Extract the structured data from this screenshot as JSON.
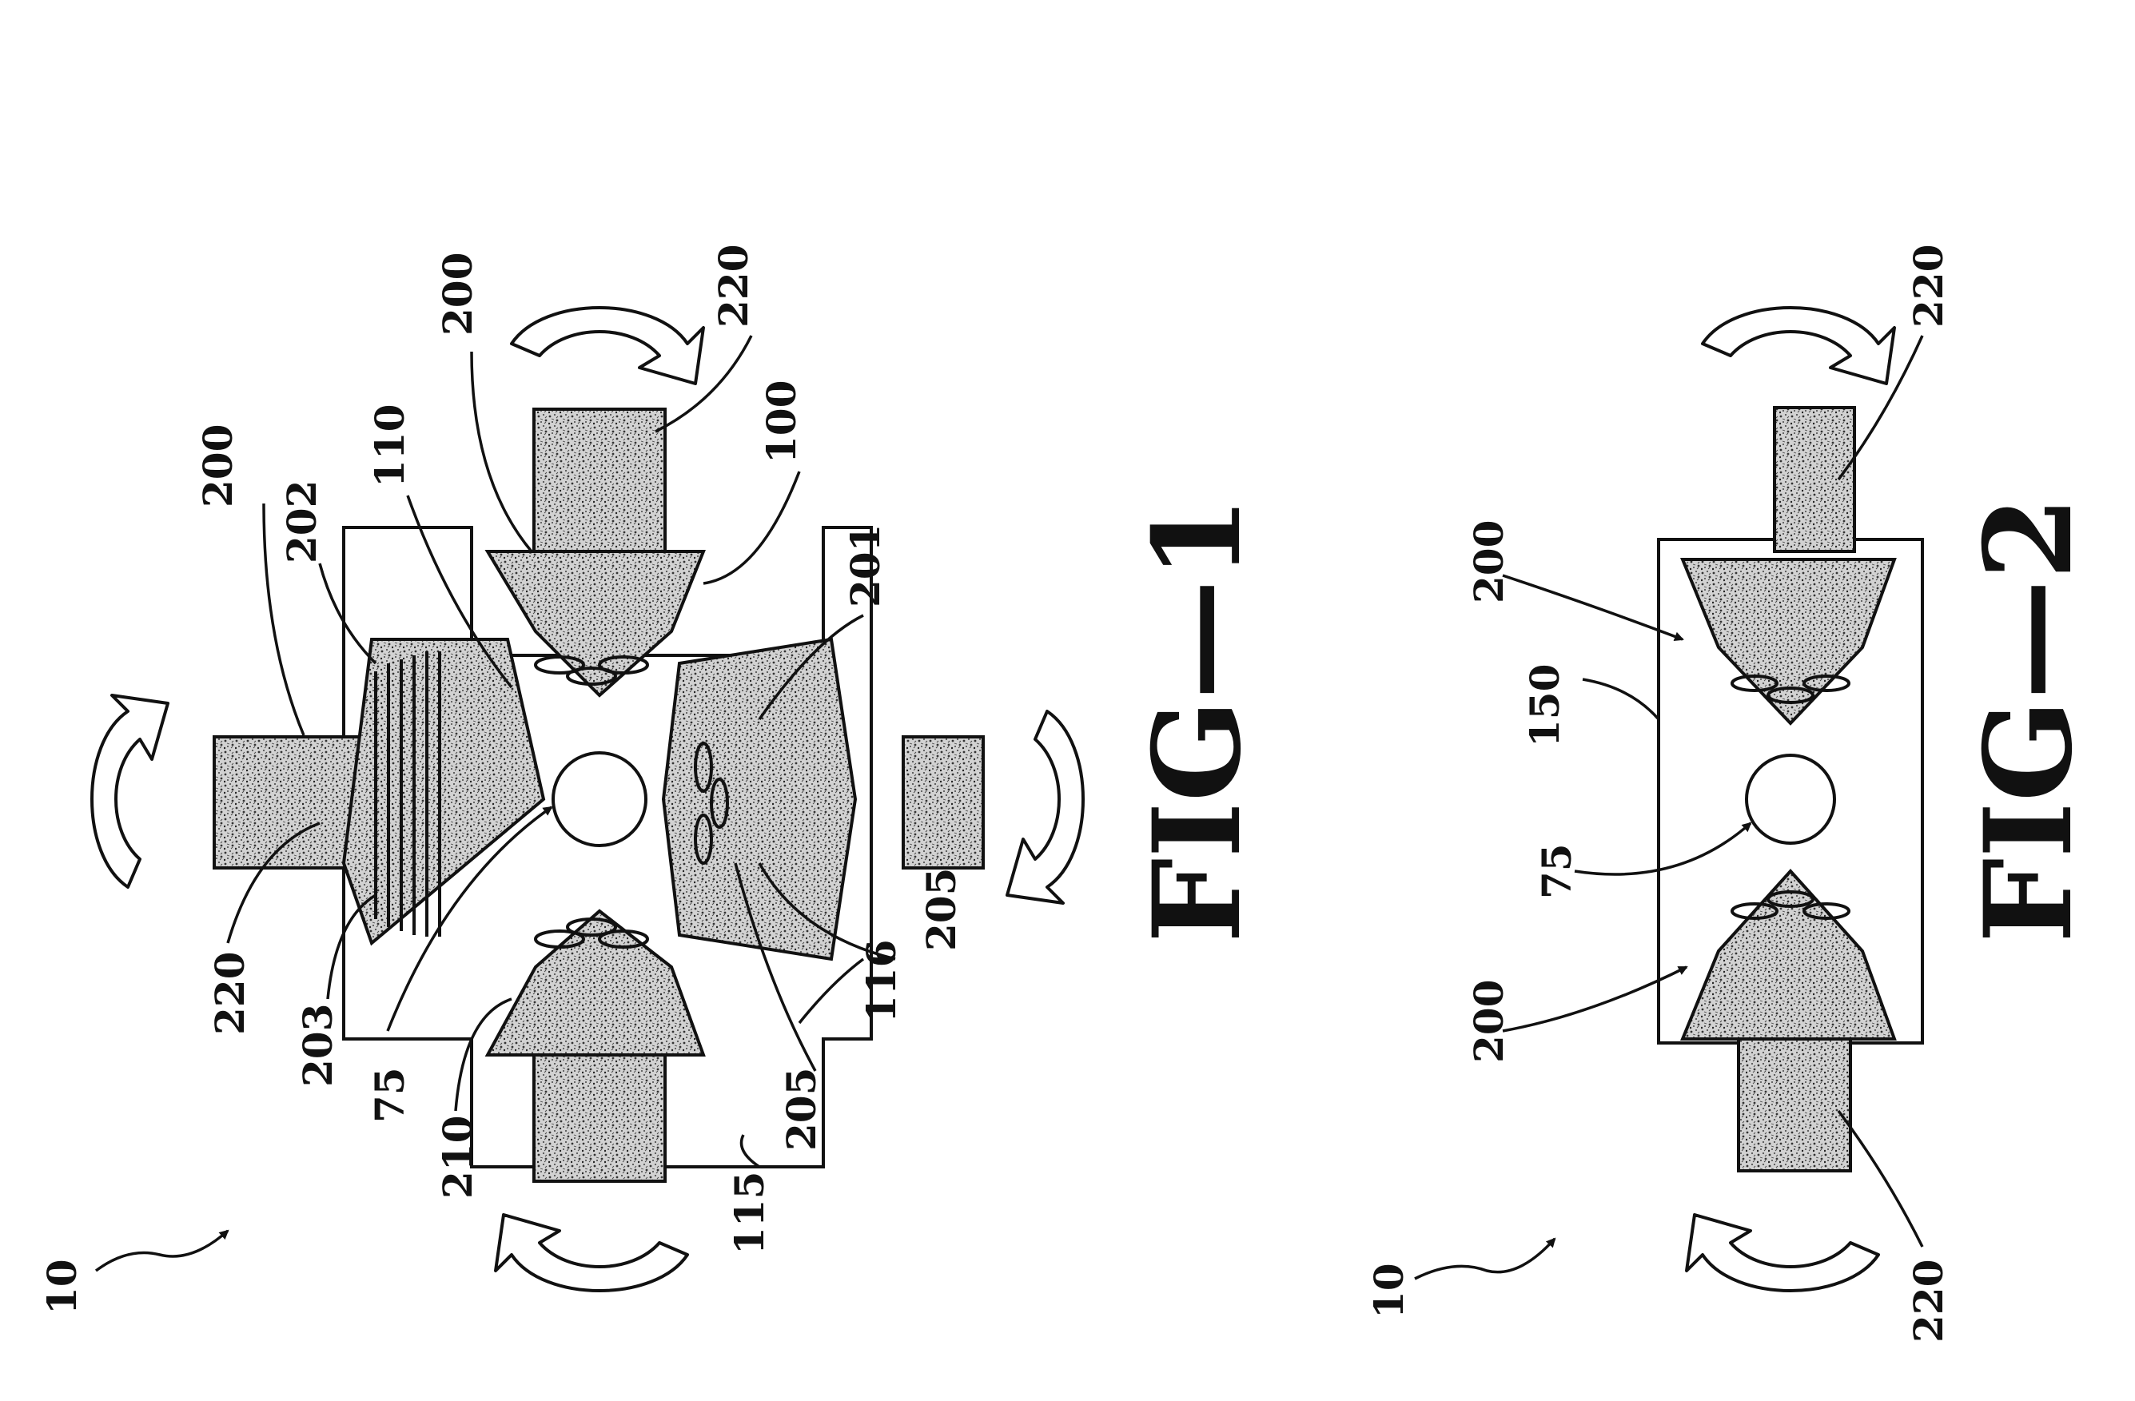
{
  "figures": [
    {
      "caption": "FIG—1",
      "labels": {
        "assembly": "10",
        "guide_top": "200",
        "punches_top": "202",
        "body_inner": "110",
        "guide_right": "200",
        "rotation_right": "220",
        "body": "100",
        "tip_right": "201",
        "rotation_left": "220",
        "striations": "203",
        "workpiece": "75",
        "face_left": "210",
        "edge_lower_left": "115",
        "dimple_bottom": "205",
        "edge_lower_right": "116",
        "dimple_bottom_2": "205"
      }
    },
    {
      "caption": "FIG—2",
      "labels": {
        "assembly": "10",
        "guide_upper": "200",
        "housing": "150",
        "workpiece": "75",
        "guide_lower": "200",
        "rotation_right": "220",
        "rotation_left": "220"
      }
    }
  ],
  "colors": {
    "ink": "#111111",
    "paper": "#ffffff"
  }
}
